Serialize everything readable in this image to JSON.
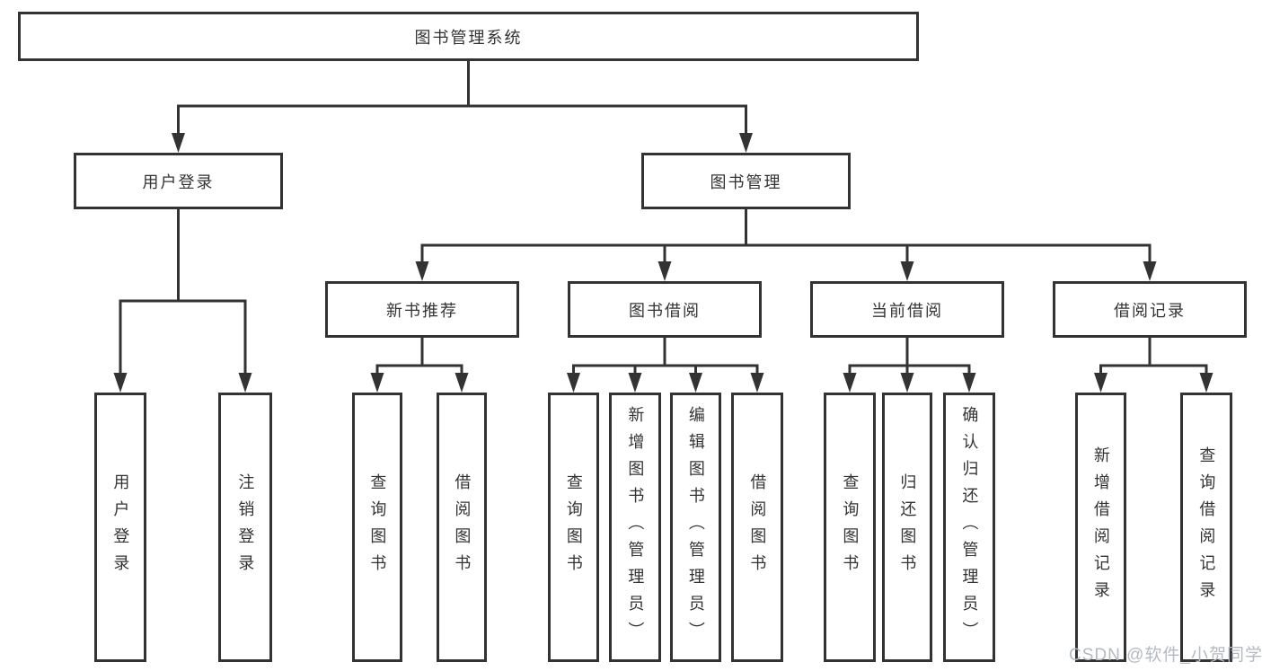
{
  "diagram": {
    "root": {
      "label": "图书管理系统"
    },
    "level1": [
      {
        "label": "用户登录"
      },
      {
        "label": "图书管理"
      }
    ],
    "level2": [
      {
        "label": "新书推荐"
      },
      {
        "label": "图书借阅"
      },
      {
        "label": "当前借阅"
      },
      {
        "label": "借阅记录"
      }
    ],
    "leaves": [
      {
        "label": "用户登录"
      },
      {
        "label": "注销登录"
      },
      {
        "label": "查询图书"
      },
      {
        "label": "借阅图书"
      },
      {
        "label": "查询图书"
      },
      {
        "label": "新增图书（管理员）"
      },
      {
        "label": "编辑图书（管理员）"
      },
      {
        "label": "借阅图书"
      },
      {
        "label": "查询图书"
      },
      {
        "label": "归还图书"
      },
      {
        "label": "确认归还（管理员）"
      },
      {
        "label": "新增借阅记录"
      },
      {
        "label": "查询借阅记录"
      }
    ]
  },
  "watermark": {
    "text": "CSDN @软件_小贺同学"
  },
  "colors": {
    "line": "#333333",
    "text": "#333333",
    "box_background": "#ffffff",
    "watermark": "#b5bac1",
    "background": "#ffffff"
  }
}
